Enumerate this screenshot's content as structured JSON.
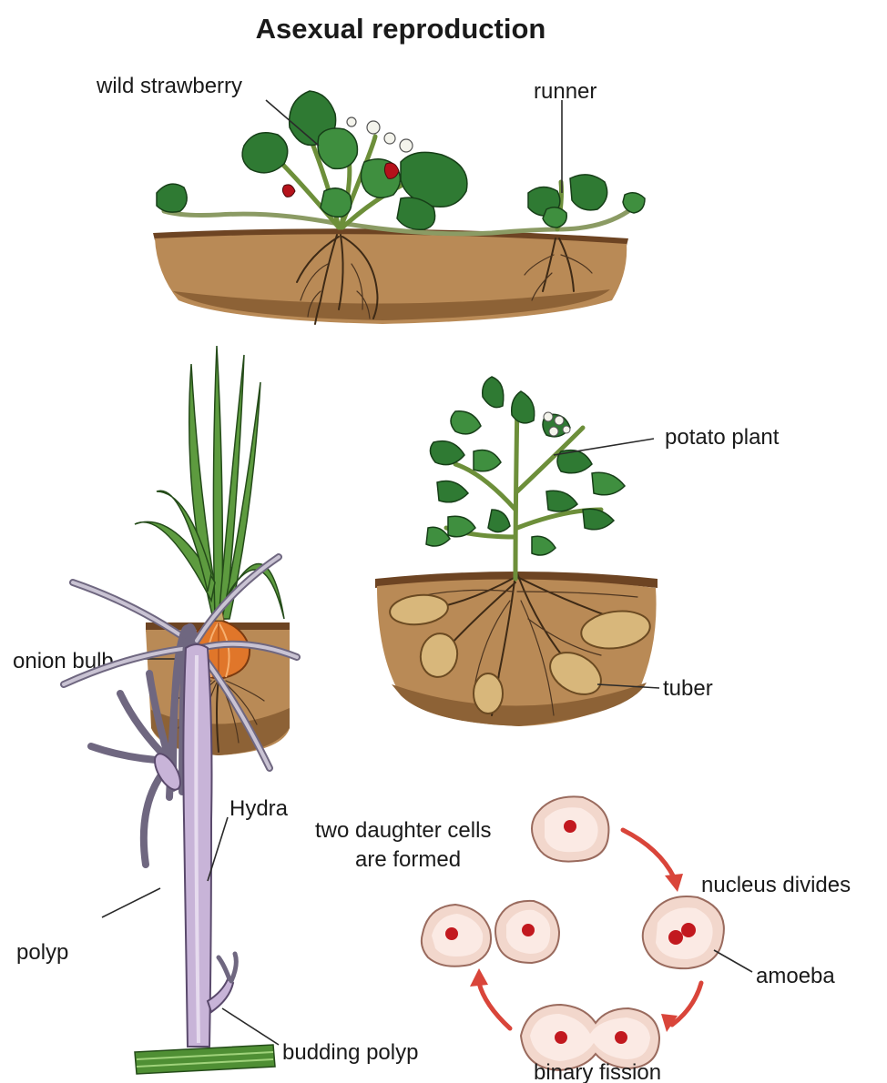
{
  "title": "Asexual reproduction",
  "labels": {
    "wild_strawberry": "wild strawberry",
    "runner": "runner",
    "potato_plant": "potato plant",
    "onion_bulb": "onion bulb",
    "tuber": "tuber",
    "hydra": "Hydra",
    "two_daughter_cells_line1": "two daughter cells",
    "two_daughter_cells_line2": "are formed",
    "nucleus_divides": "nucleus divides",
    "amoeba": "amoeba",
    "polyp": "polyp",
    "budding_polyp": "budding polyp",
    "binary_fission": "binary fission"
  },
  "colors": {
    "soil": "#b98a56",
    "leaf": "#2f7a33",
    "nucleus": "#c2191f",
    "arrow": "#d9453a",
    "hydra_body": "#c8b4d8"
  }
}
